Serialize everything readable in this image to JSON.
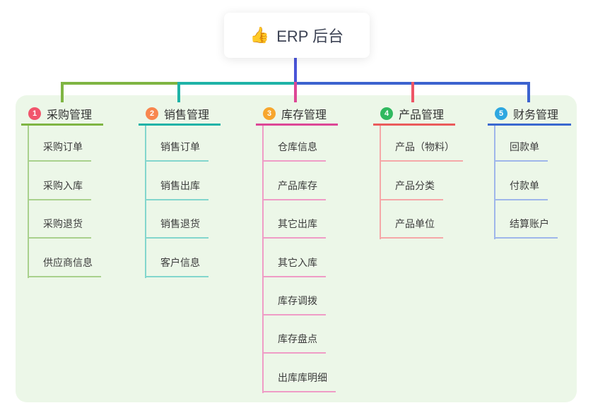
{
  "root": {
    "icon": "👍",
    "title": "ERP 后台"
  },
  "connector": {
    "trunk_color": "#4a55d8",
    "segments": [
      {
        "name": "left-green",
        "color": "#7fb543"
      },
      {
        "name": "mid-teal",
        "color": "#1fb3a7"
      },
      {
        "name": "right-blue",
        "color": "#3c63cf"
      }
    ],
    "drop_colors": [
      "#7fb543",
      "#1fb3a7",
      "#dd4796",
      "#ee5566",
      "#3c63cf"
    ]
  },
  "panel_color": "#ecf7e8",
  "branches": [
    {
      "num": "1",
      "title": "采购管理",
      "badge_color": "#f1556c",
      "line_color": "#7fb543",
      "child_line_color": "#a9d18d",
      "children": [
        "采购订单",
        "采购入库",
        "采购退货",
        "供应商信息"
      ]
    },
    {
      "num": "2",
      "title": "销售管理",
      "badge_color": "#f8864e",
      "line_color": "#1fb3a7",
      "child_line_color": "#83d6cd",
      "children": [
        "销售订单",
        "销售出库",
        "销售退货",
        "客户信息"
      ]
    },
    {
      "num": "3",
      "title": "库存管理",
      "badge_color": "#f7a62d",
      "line_color": "#dd4796",
      "child_line_color": "#ef9cc6",
      "children": [
        "仓库信息",
        "产品库存",
        "其它出库",
        "其它入库",
        "库存调拨",
        "库存盘点",
        "出库库明细"
      ]
    },
    {
      "num": "4",
      "title": "产品管理",
      "badge_color": "#30b95f",
      "line_color": "#ea5b5b",
      "child_line_color": "#f5a8a8",
      "children": [
        "产品（物料）",
        "产品分类",
        "产品单位"
      ]
    },
    {
      "num": "5",
      "title": "财务管理",
      "badge_color": "#2ea7e0",
      "line_color": "#3a68cf",
      "child_line_color": "#9fb6ea",
      "children": [
        "回款单",
        "付款单",
        "结算账户"
      ]
    }
  ]
}
